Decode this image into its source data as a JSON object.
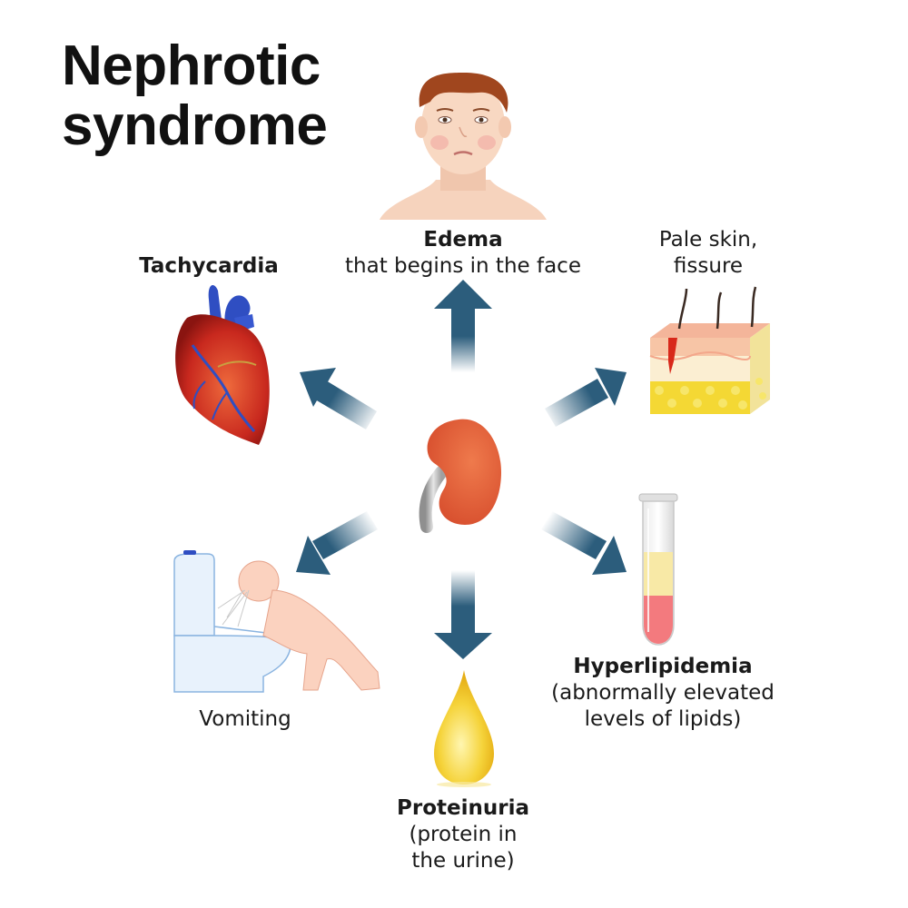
{
  "title": {
    "line1": "Nephrotic",
    "line2": "syndrome"
  },
  "symptoms": {
    "edema": {
      "name": "Edema",
      "detail": "that begins in the face"
    },
    "tachycardia": {
      "name": "Tachycardia"
    },
    "pale_skin": {
      "line1": "Pale skin,",
      "line2": "fissure"
    },
    "vomiting": {
      "name": "Vomiting"
    },
    "proteinuria": {
      "name": "Proteinuria",
      "detail1": "(protein in",
      "detail2": "the urine)"
    },
    "hyperlipidemia": {
      "name": "Hyperlipidemia",
      "detail1": "(abnormally elevated",
      "detail2": "levels of lipids)"
    }
  },
  "colors": {
    "arrow": "#2c5d7c",
    "kidney": "#e25a35",
    "heart": "#c8281e",
    "vessel_blue": "#2f4ec2",
    "skin_tone": "#f6d3bd",
    "fat_yellow": "#f4d834",
    "drop_yellow": "#f2c81e"
  },
  "icons": [
    "kidney-icon",
    "face-icon",
    "heart-icon",
    "skin-layer-icon",
    "toilet-icon",
    "test-tube-icon",
    "drop-icon"
  ]
}
